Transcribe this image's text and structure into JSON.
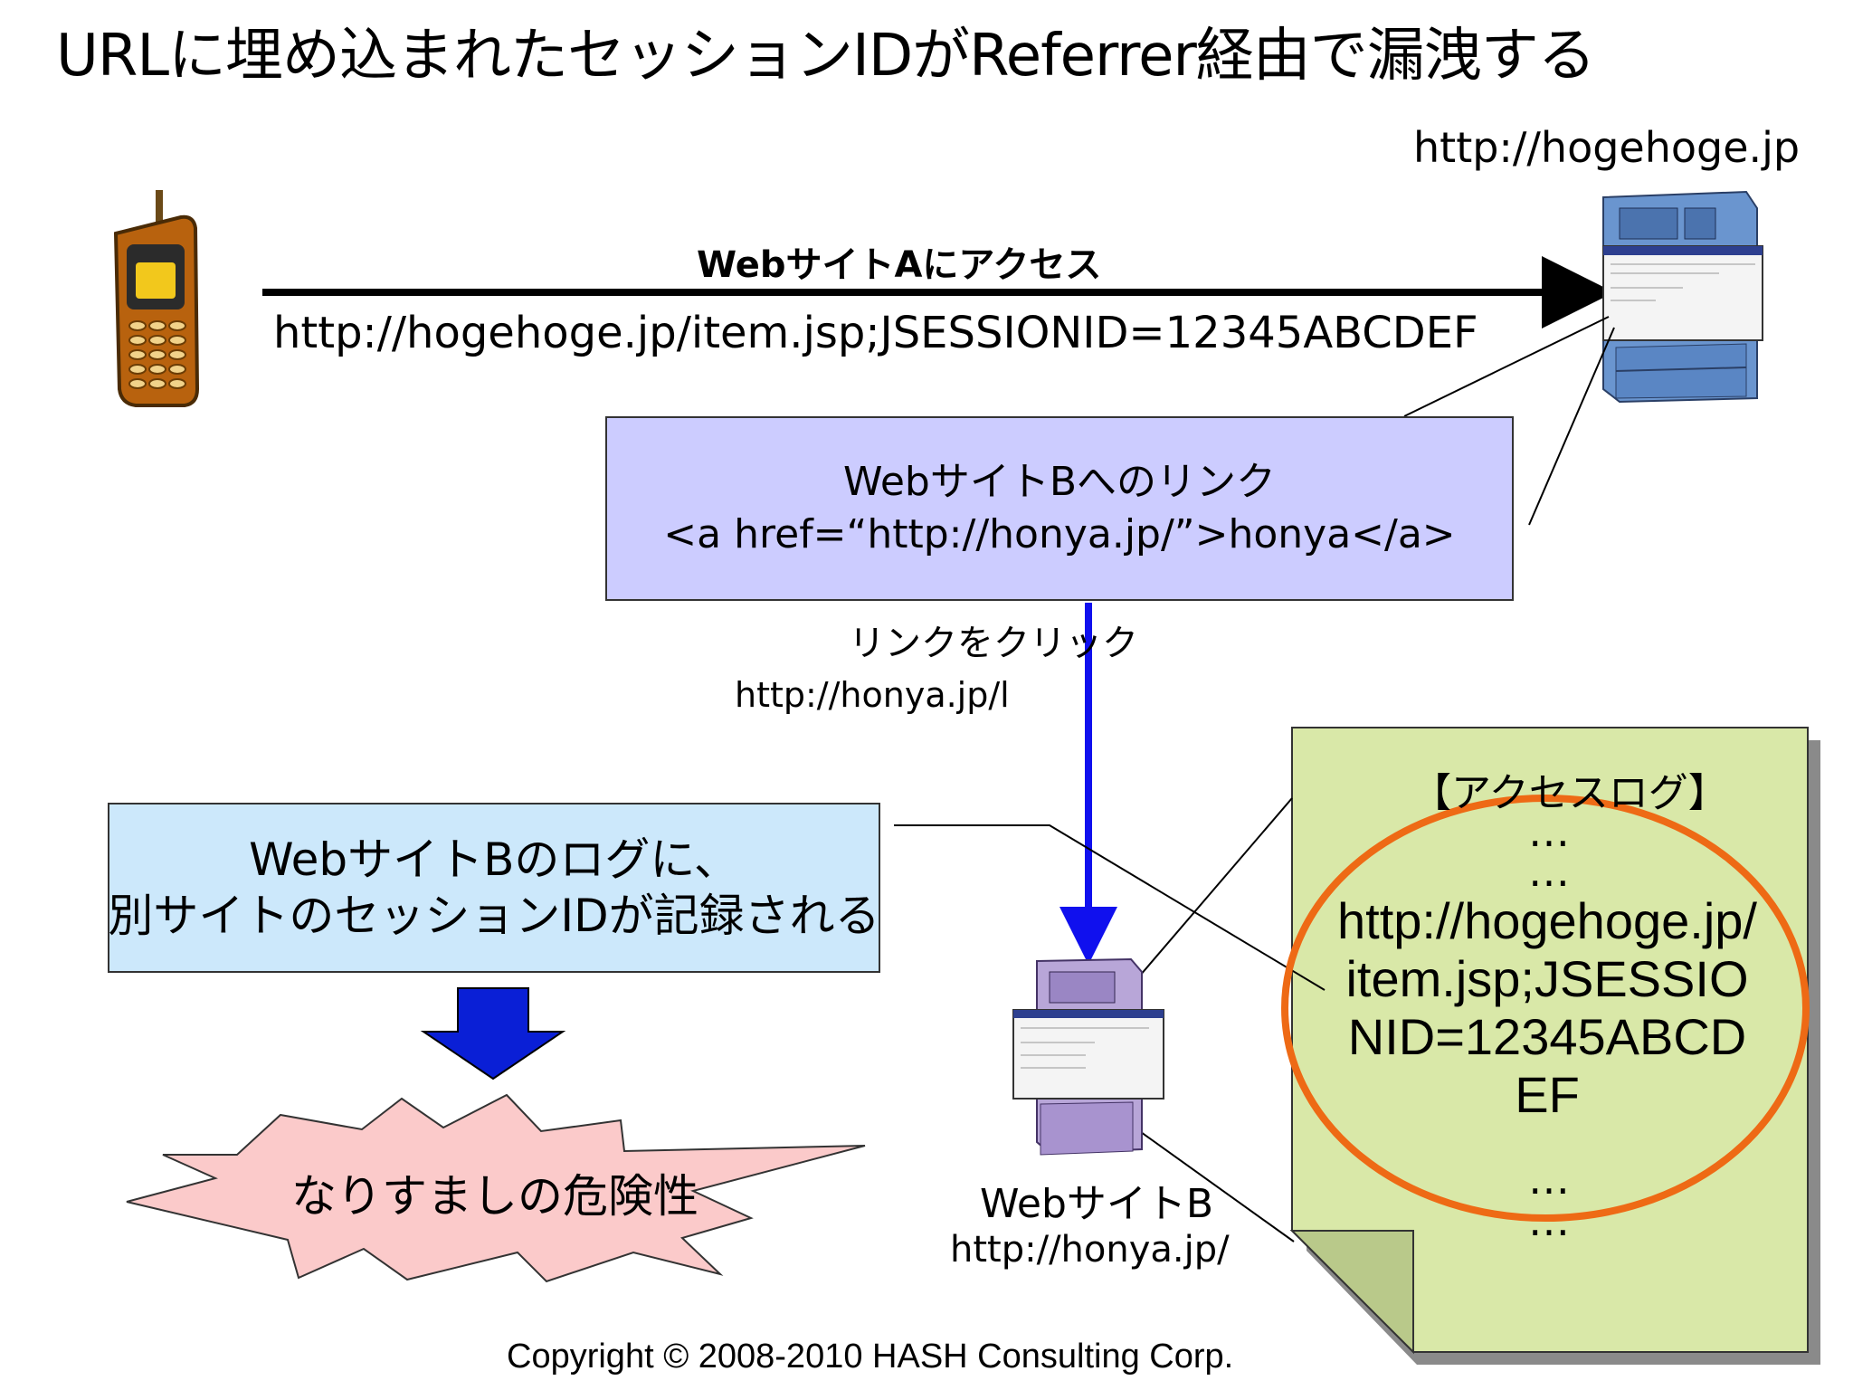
{
  "title": "URLに埋め込まれたセッションIDがReferrer経由で漏洩する",
  "site_a": {
    "host": "http://hogehoge.jp"
  },
  "access_a": {
    "label": "WebサイトAにアクセス",
    "url": "http://hogehoge.jp/item.jsp;JSESSIONID=12345ABCDEF"
  },
  "link_box": {
    "line1": "WebサイトBへのリンク",
    "line2": "<a href=“http://honya.jp/”>honya</a>"
  },
  "click": {
    "label": "リンクをクリック",
    "referer": "http://honya.jp/l"
  },
  "log_note": {
    "line1": "WebサイトBのログに、",
    "line2": "別サイトのセッションIDが記録される"
  },
  "risk": {
    "label": "なりすましの危険性"
  },
  "site_b": {
    "name": "WebサイトB",
    "host": "http://honya.jp/"
  },
  "access_log": {
    "title": "【アクセスログ】",
    "dots": "…",
    "entry_lines": [
      "http://hogehoge.jp/",
      "item.jsp;JSESSIO",
      "NID=12345ABCD",
      "EF"
    ]
  },
  "copyright": "Copyright © 2008-2010 HASH Consulting Corp.",
  "colors": {
    "link_box": "#ccccff",
    "log_note_box": "#cce8fb",
    "log_document": "#d9e8a8",
    "highlight_ellipse": "#ee6a15",
    "click_arrow": "#1010ee",
    "down_arrow": "#0a1fd6",
    "risk_starburst": "#fbcaca"
  }
}
